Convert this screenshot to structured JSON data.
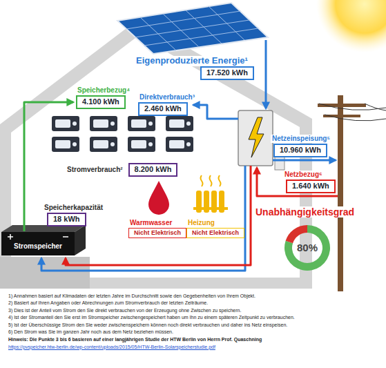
{
  "diagram": {
    "nodes": [
      {
        "text": [
          "Eigenproduzierte Energie¹",
          "17.520 kWh"
        ]
      },
      {
        "text": [
          "Speicherbezug⁴",
          "4.100 kWh"
        ]
      },
      {
        "text": [
          "Direktverbrauch³",
          "2.460 kWh"
        ]
      },
      {
        "text": [
          "Netzeinspeisung⁵",
          "10.960 kWh"
        ]
      },
      {
        "text": [
          "Netzbezug⁶",
          "1.640 kWh"
        ]
      },
      {
        "text": [
          "Stromverbrauch²",
          "8.200 kWh"
        ]
      },
      {
        "text": [
          "Speicherkapazität",
          "18 kWh"
        ]
      },
      {
        "text": [
          "Warmwasser",
          "Nicht Elektrisch"
        ]
      },
      {
        "text": [
          "Heizung",
          "Nicht Elektrisch"
        ]
      },
      {
        "text": [
          "Stromspeicher"
        ]
      },
      {
        "text": [
          "Unabhängigkeitsgrad",
          "80%"
        ]
      }
    ],
    "labels": [
      "1) Annahmen basiert auf Klimadaten der letzten Jahre im Durchschnitt sowie den Gegebenheiten von Ihrem Objekt.",
      "2) Basiert auf Ihren Angaben oder Abrechnungen zum Stromverbrauch der letzten Zeiträume.",
      "3) Dies ist der Anteil vom Strom den Sie direkt verbrauchen von der Erzeugung ohne Zwischen zu speichern.",
      "4) Ist der Stromanteil den Sie erst im Stromspeicher zwischengespeichert haben um Ihn zu einem späteren Zeitpunkt zu verbrauchen.",
      "5) Ist der Überschüssige Strom den Sie weder zwischenspeichern können noch direkt verbrauchen und daher ins Netz einspeisen.",
      "6) Den Strom was Sie im ganzen Jahr noch aus dem Netz beziehen müssen.",
      "Hinweis: Die Punkte 3 bis 6 basieren auf einer langjährigen Studie der HTW Berlin von Herrn Prof. Quaschning",
      "https://pvspeicher.htw-berlin.de/wp-content/uploads/2015/05/HTW-Berlin-Solarspeicherstudie.pdf"
    ]
  }
}
